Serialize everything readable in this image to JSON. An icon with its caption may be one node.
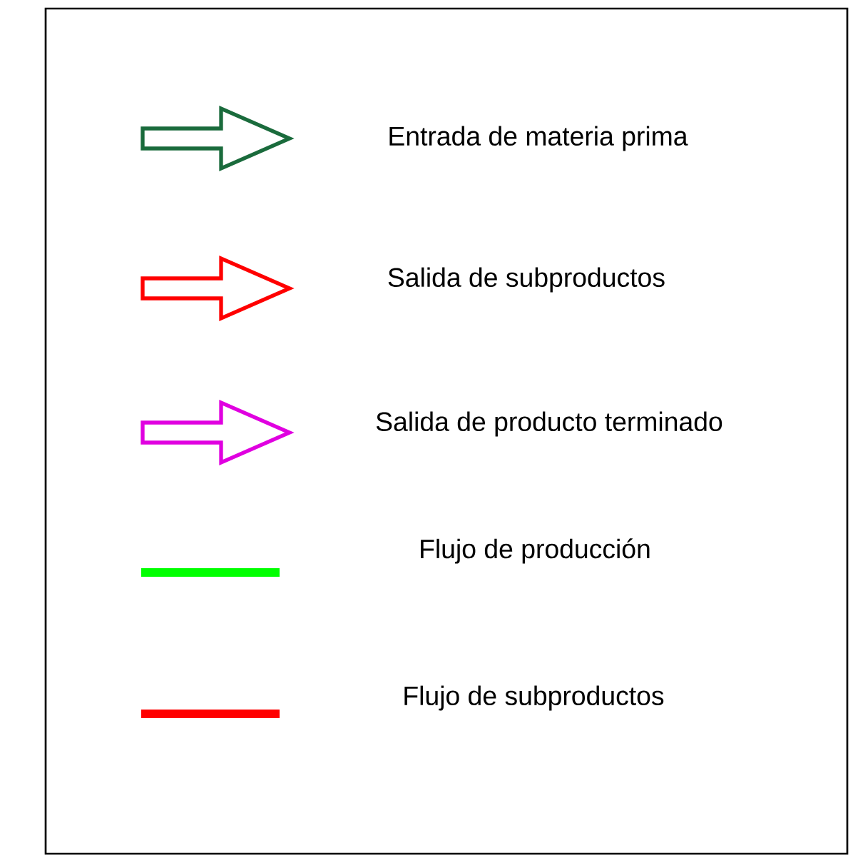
{
  "diagram": {
    "legend": [
      {
        "text": "Entrada de materia prima"
      },
      {
        "text": "Salida de subproductos"
      },
      {
        "text": "Salida de producto terminado"
      },
      {
        "text": "Flujo de producción"
      },
      {
        "text": "Flujo de subproductos"
      }
    ]
  }
}
